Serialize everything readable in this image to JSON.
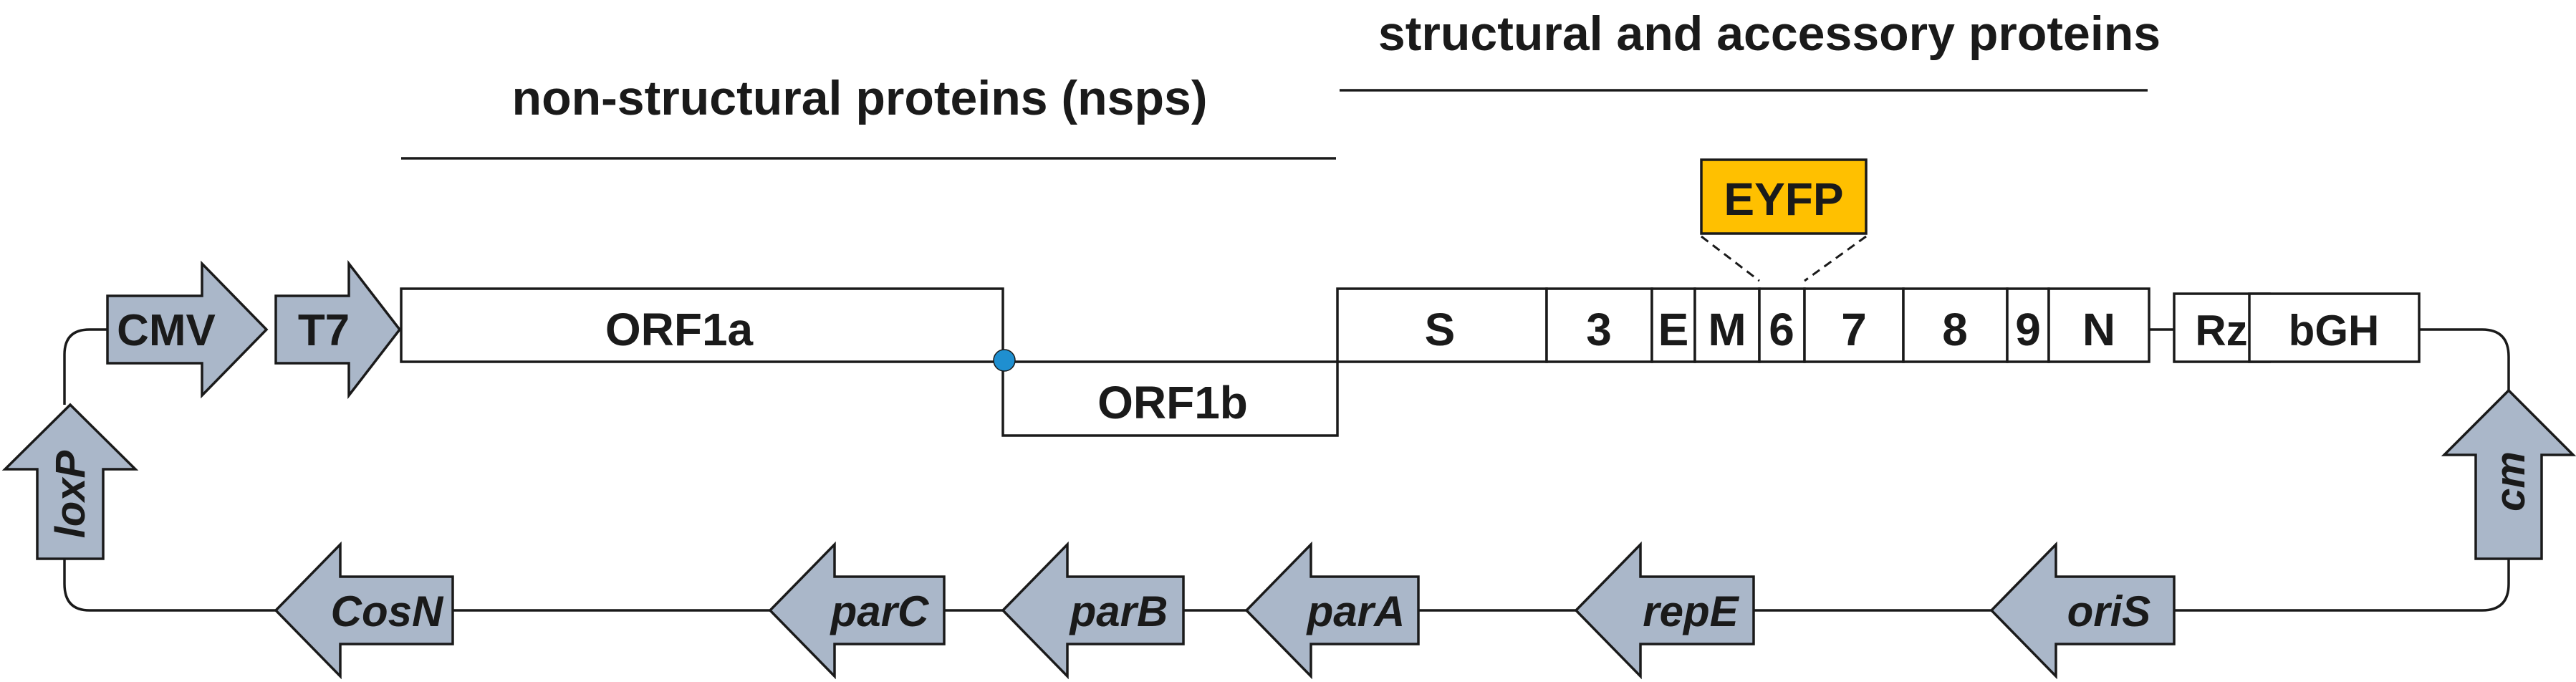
{
  "header": {
    "structural_label": "structural and accessory proteins",
    "nsp_label": "non-structural proteins (nsps)"
  },
  "promoters": {
    "cmv": "CMV",
    "t7": "T7"
  },
  "genes": {
    "orf1a": "ORF1a",
    "orf1b": "ORF1b",
    "s": "S",
    "g3": "3",
    "e": "E",
    "m": "M",
    "g6": "6",
    "g7": "7",
    "g8": "8",
    "g9": "9",
    "n": "N",
    "rz": "Rz",
    "bgh": "bGH"
  },
  "reporter": {
    "label": "EYFP",
    "color": "#ffc000"
  },
  "backbone": {
    "loxp": "loxP",
    "cosn": "CosN",
    "parc": "parC",
    "parb": "parB",
    "para": "parA",
    "repe": "repE",
    "oris": "oriS",
    "cm": "cm"
  },
  "colors": {
    "arrow_fill": "#aab7c9",
    "frameshift_dot": "#1f8fd0",
    "stroke": "#1a1a1a"
  }
}
